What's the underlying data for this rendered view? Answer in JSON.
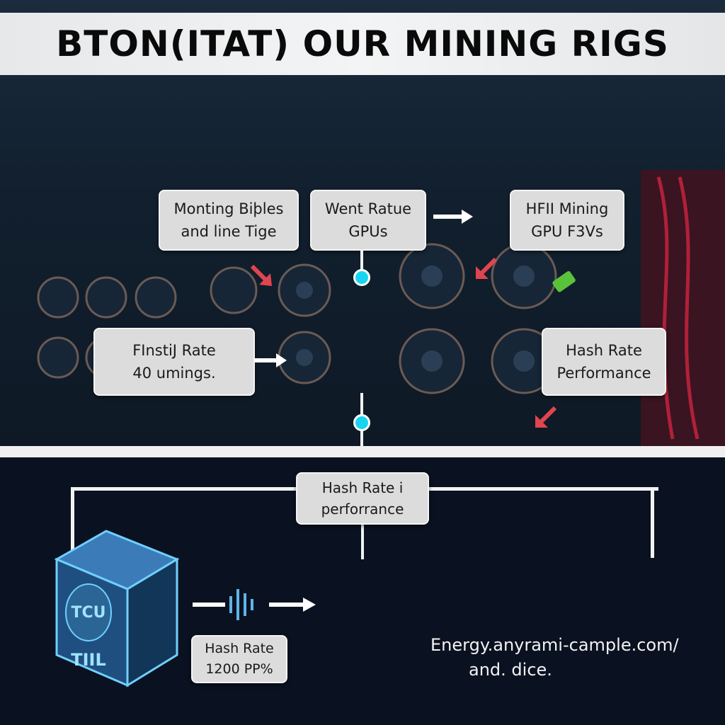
{
  "title": "BTON(ITAT) OUR MINING RIGS",
  "labels": {
    "box1": [
      "Monting Biþles",
      "and line Tige"
    ],
    "box2": [
      "Went Ratue",
      "GPUs"
    ],
    "box3": [
      "HFII Mining",
      "GPU F3Vs"
    ],
    "box4": [
      "FInstiJ Rate",
      "40 umings."
    ],
    "box5": [
      "Hash Rate",
      "Performance"
    ],
    "box6": [
      "Hash Rate i",
      "perforrance"
    ],
    "box7": [
      "Hash Rate",
      "1200 PP%"
    ]
  },
  "device": {
    "logo": "TCU",
    "label": "TIIL"
  },
  "footer": [
    "Energy.anyrami-cample.com/",
    "and. dice."
  ],
  "colors": {
    "accent": "#19d4f0",
    "arrow_red": "#e0454f",
    "device_blue": "#4aa6e0"
  }
}
